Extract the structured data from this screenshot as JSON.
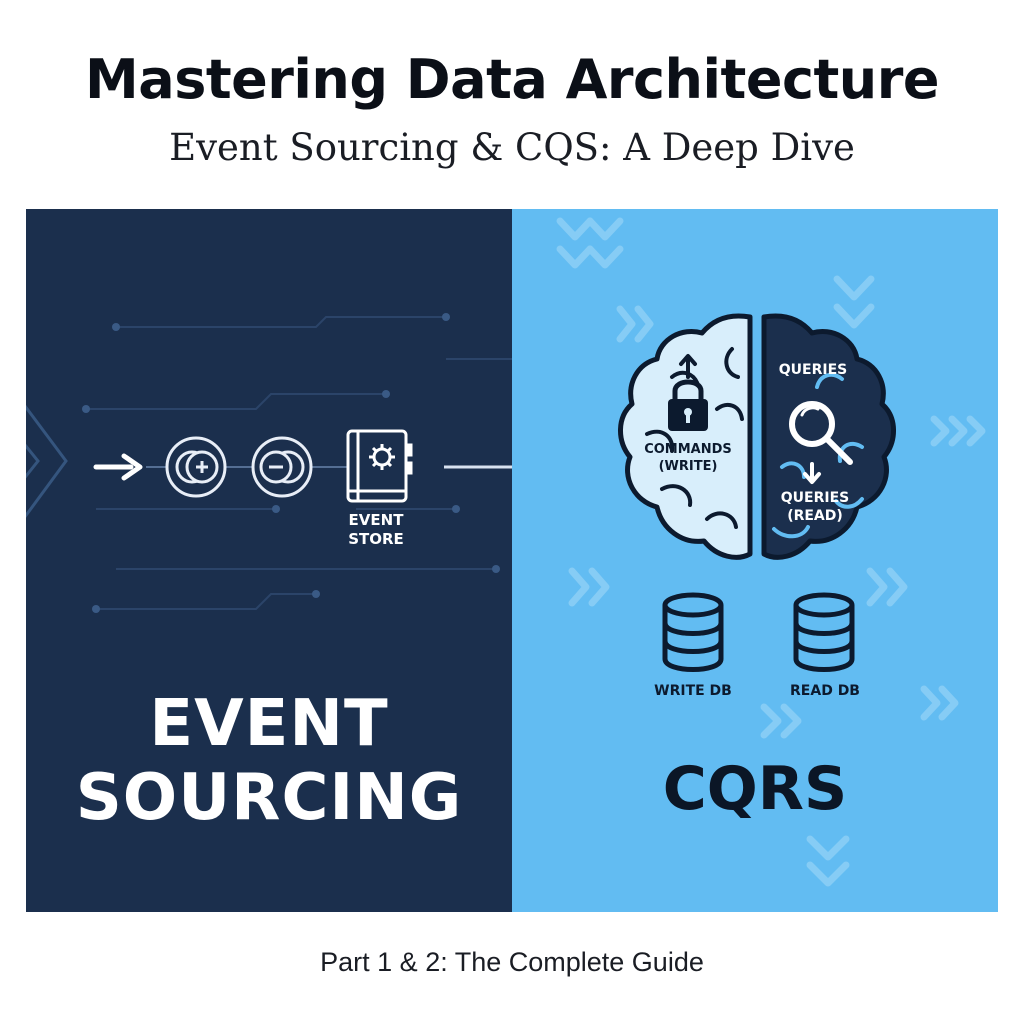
{
  "header": {
    "title": "Mastering Data Architecture",
    "subtitle": "Event Sourcing & CQS: A Deep Dive"
  },
  "left_panel": {
    "heading_line1": "EVENT",
    "heading_line2": "SOURCING",
    "event_store_line1": "EVENT",
    "event_store_line2": "STORE",
    "background_color": "#1b2f4d"
  },
  "right_panel": {
    "heading": "CQRS",
    "brain_commands_line1": "COMMANDS",
    "brain_commands_line2": "(WRITE)",
    "brain_queries": "QUERIES",
    "brain_queries_read_line1": "QUERIES",
    "brain_queries_read_line2": "(READ)",
    "write_db": "WRITE DB",
    "read_db": "READ DB",
    "background_color": "#62bcf2"
  },
  "footer": {
    "text": "Part 1 & 2: The Complete Guide"
  }
}
